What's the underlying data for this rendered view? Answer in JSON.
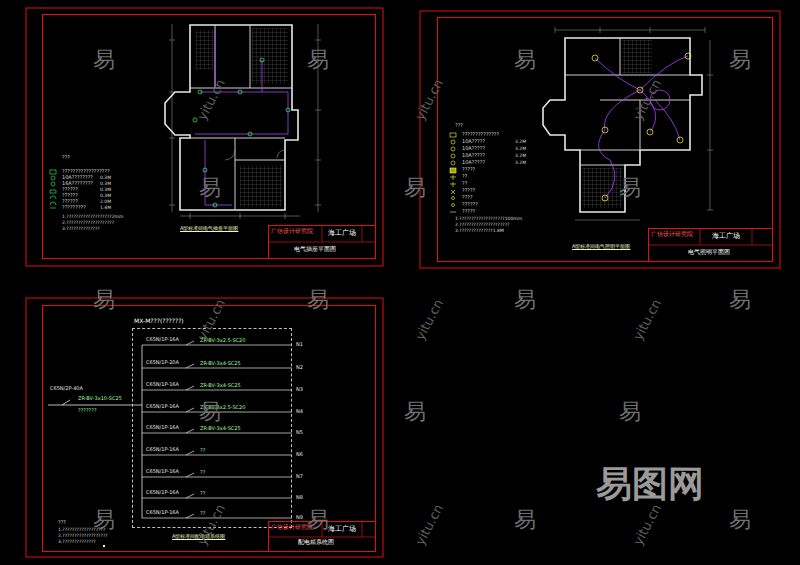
{
  "diagram": {
    "nodes": [
      {
        "text": [
          "A型标准间电气插座平面图"
        ]
      },
      {
        "text": [
          "广信设计研究院",
          "海工广场",
          "电气插座平面图"
        ],
        "in": 0
      },
      {
        "text": [
          "A型标准间电气照明平面图"
        ]
      },
      {
        "text": [
          "广信设计研究院",
          "海工广场",
          "电气照明平面图"
        ],
        "in": 2
      },
      {
        "text": [
          "A型标准间配电箱系统图"
        ]
      },
      {
        "text": [
          "MX-M???(??????)"
        ],
        "in": 4
      },
      {
        "text": [
          "广信设计研究院",
          "海工广场",
          "配电箱系统图"
        ],
        "in": 4
      }
    ],
    "labels": [
      "???",
      "0.3M",
      "0.3M",
      "0.3M",
      "0.3M",
      "2.0M",
      "1.4M",
      "1.???????????????????2mm",
      "2.????????????????????",
      "3.??????????????",
      "???",
      "3.2M",
      "3.2M",
      "3.2M",
      "3.2M",
      "1.???????????????????100mm",
      "2.?????????????????????",
      "3.??????????????1.8M",
      "C65N/2P-40A",
      "ZR-BV-3x10-SC25",
      "???????",
      "C65N/1P-16A",
      "C65N/1P-20A",
      "C65N/1P-16A",
      "C65N/1P-16A",
      "C65N/1P-16A",
      "C65N/1P-16A",
      "C65N/1P-16A",
      "C65N/1P-16A",
      "C65N/1P-16A",
      "ZR-BV-3x2.5-SC20",
      "ZR-BV-3x4-SC25",
      "ZR-BV-3x4-SC25",
      "ZR-BV-3x2.5-SC20",
      "ZR-BV-3x4-SC25",
      "??",
      "??",
      "??",
      "??",
      "N1",
      "N2",
      "N3",
      "N4",
      "N5",
      "N6",
      "N7",
      "N8",
      "N9",
      "???",
      "1.??????????????????",
      "2.???????????????????",
      "3.??????????????",
      "易",
      "易",
      "易",
      "易",
      "易",
      "易",
      "易",
      "易",
      "易",
      "易",
      "易",
      "易",
      "易",
      "易",
      "易",
      "易",
      "易",
      "易",
      "yitu.cn",
      "yitu.cn",
      "yitu.cn",
      "yitu.cn",
      "yitu.cn",
      "yitu.cn",
      "yitu.cn",
      "yitu.cn",
      "yitu.cn",
      "易图网"
    ],
    "legend": [
      {
        "text": "??????????????????"
      },
      {
        "text": "10A????????"
      },
      {
        "text": "16A????????"
      },
      {
        "text": "??????"
      },
      {
        "text": "??????"
      },
      {
        "text": "??????"
      },
      {
        "text": "?????????"
      },
      {
        "text": "??????????????"
      },
      {
        "text": "10A?????"
      },
      {
        "text": "10A?????"
      },
      {
        "text": "10A?????"
      },
      {
        "text": "10A?????"
      },
      {
        "text": "?????"
      },
      {
        "text": "??"
      },
      {
        "text": "??"
      },
      {
        "text": "?????"
      },
      {
        "text": "????"
      },
      {
        "text": "??????"
      },
      {
        "text": "?????"
      }
    ]
  }
}
